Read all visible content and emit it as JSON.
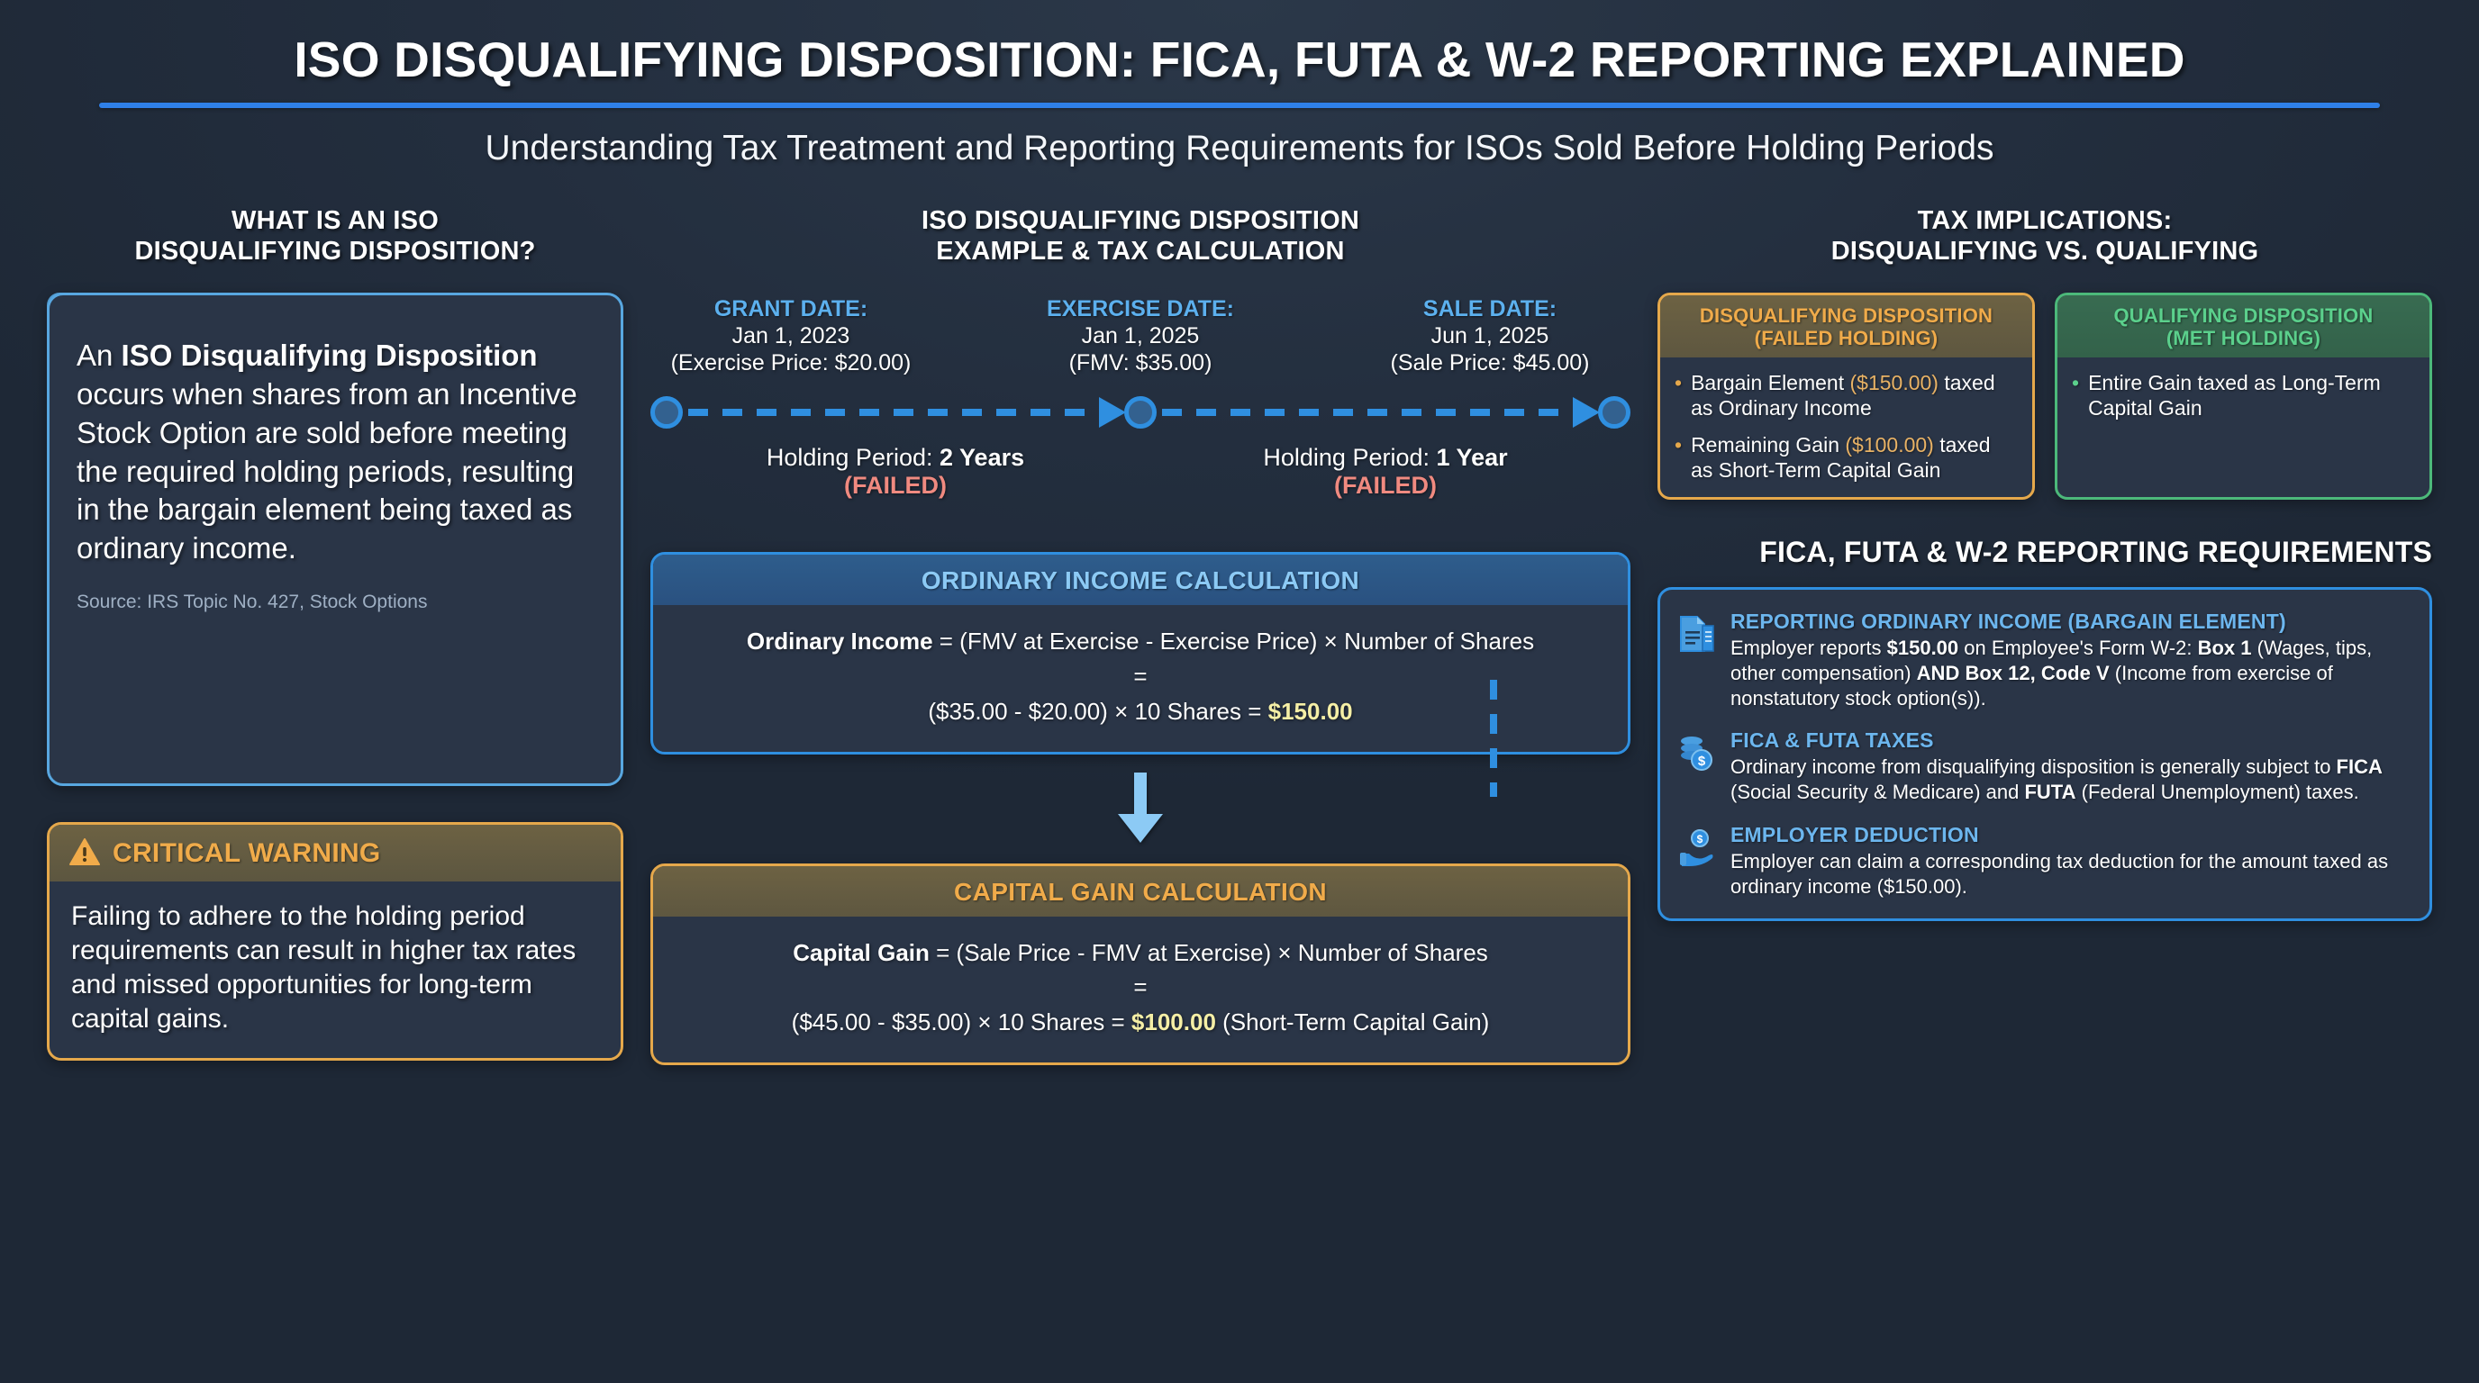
{
  "header": {
    "title": "ISO DISQUALIFYING DISPOSITION: FICA, FUTA & W-2 REPORTING EXPLAINED",
    "subtitle": "Understanding Tax Treatment and Reporting Requirements for ISOs Sold Before Holding Periods",
    "accent_color": "#2f80e8"
  },
  "left": {
    "section_title_line1": "WHAT IS AN ISO",
    "section_title_line2": "DISQUALIFYING DISPOSITION?",
    "definition_lead": "An ",
    "definition_bold": "ISO Disqualifying Disposition",
    "definition_rest": " occurs when shares from an Incentive Stock Option are sold before meeting the required holding periods, resulting in the bargain element being taxed as ordinary income.",
    "source": "Source: IRS Topic No. 427, Stock Options",
    "warning": {
      "icon": "warning-triangle-icon",
      "title": "CRITICAL WARNING",
      "body": "Failing to adhere to the holding period requirements can result in higher tax rates and missed opportunities for long-term capital gains.",
      "color": "#e5a84b"
    }
  },
  "middle": {
    "section_title_line1": "ISO DISQUALIFYING DISPOSITION",
    "section_title_line2": "EXAMPLE & TAX CALCULATION",
    "timeline": {
      "nodes": [
        {
          "key": "GRANT DATE:",
          "date": "Jan 1, 2023",
          "price": "(Exercise Price: $20.00)"
        },
        {
          "key": "EXERCISE DATE:",
          "date": "Jan 1, 2025",
          "price": "(FMV: $35.00)"
        },
        {
          "key": "SALE DATE:",
          "date": "Jun 1, 2025",
          "price": "(Sale Price: $45.00)"
        }
      ],
      "periods": [
        {
          "label": "Holding Period: ",
          "value": "2 Years",
          "status": "(FAILED)"
        },
        {
          "label": "Holding Period: ",
          "value": "1 Year",
          "status": "(FAILED)"
        }
      ]
    },
    "ordinary_income": {
      "heading": "ORDINARY INCOME CALCULATION",
      "formula_bold": "Ordinary Income",
      "formula_rest": " = (FMV at Exercise - Exercise Price) × Number of Shares",
      "equals": "=",
      "result_prefix": "($35.00 - $20.00) × 10 Shares = ",
      "result_amount": "$150.00",
      "result_suffix": ""
    },
    "capital_gain": {
      "heading": "CAPITAL GAIN CALCULATION",
      "formula_bold": "Capital Gain",
      "formula_rest": " = (Sale Price - FMV at Exercise) × Number of Shares",
      "equals": "=",
      "result_prefix": "($45.00 - $35.00) × 10 Shares = ",
      "result_amount": "$100.00",
      "result_suffix": " (Short-Term Capital Gain)"
    },
    "flow_arrow_icon": "arrow-down-icon"
  },
  "right": {
    "section_title_line1": "TAX IMPLICATIONS:",
    "section_title_line2": "DISQUALIFYING VS. QUALIFYING",
    "disqualifying": {
      "title_line1": "DISQUALIFYING DISPOSITION",
      "title_line2": "(FAILED HOLDING)",
      "color": "#e5a84b",
      "items": [
        {
          "pre": "Bargain Element ",
          "amount": "($150.00)",
          "post": " taxed as Ordinary Income"
        },
        {
          "pre": "Remaining Gain ",
          "amount": "($100.00)",
          "post": " taxed as Short-Term Capital Gain"
        }
      ]
    },
    "qualifying": {
      "title_line1": "QUALIFYING DISPOSITION",
      "title_line2": "(MET HOLDING)",
      "color": "#4cb97a",
      "items": [
        {
          "pre": "Entire Gain taxed as Long-Term Capital Gain",
          "amount": "",
          "post": ""
        }
      ]
    },
    "reporting_heading": "FICA, FUTA & W-2 REPORTING REQUIREMENTS",
    "reporting_items": [
      {
        "icon": "document-icon",
        "title": "REPORTING ORDINARY INCOME (BARGAIN ELEMENT)",
        "desc_parts": [
          {
            "t": "Employer reports ",
            "b": false
          },
          {
            "t": "$150.00",
            "b": true
          },
          {
            "t": " on Employee's Form W-2: ",
            "b": false
          },
          {
            "t": "Box 1",
            "b": true
          },
          {
            "t": " (Wages, tips, other compensation) ",
            "b": false
          },
          {
            "t": "AND",
            "b": true
          },
          {
            "t": " ",
            "b": false
          },
          {
            "t": "Box 12, Code V",
            "b": true
          },
          {
            "t": " (Income from exercise of nonstatutory stock option(s)).",
            "b": false
          }
        ]
      },
      {
        "icon": "coins-dollar-icon",
        "title": "FICA & FUTA TAXES",
        "desc_parts": [
          {
            "t": "Ordinary income from disqualifying disposition is generally subject to ",
            "b": false
          },
          {
            "t": "FICA",
            "b": true
          },
          {
            "t": " (Social Security & Medicare) and ",
            "b": false
          },
          {
            "t": "FUTA",
            "b": true
          },
          {
            "t": " (Federal Unemployment) taxes.",
            "b": false
          }
        ]
      },
      {
        "icon": "hand-money-icon",
        "title": "EMPLOYER DEDUCTION",
        "desc_parts": [
          {
            "t": "Employer can claim a corresponding tax deduction for the amount taxed as ordinary income ($150.00).",
            "b": false
          }
        ]
      }
    ]
  }
}
